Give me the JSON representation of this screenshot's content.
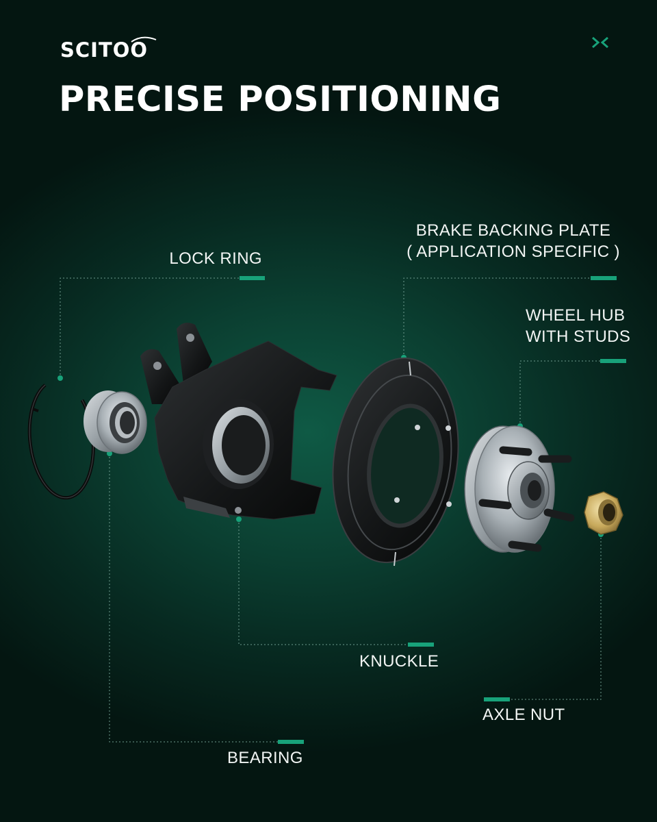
{
  "brand": {
    "name": "SCITOO",
    "accent_color": "#18a27a"
  },
  "headline": "PRECISE POSITIONING",
  "parts": {
    "lock_ring": {
      "label": "LOCK RING"
    },
    "brake_backing_plate": {
      "label_line1": "BRAKE BACKING PLATE",
      "label_line2": "( APPLICATION SPECIFIC )"
    },
    "wheel_hub": {
      "label_line1": "WHEEL HUB",
      "label_line2": "WITH STUDS"
    },
    "knuckle": {
      "label": "KNUCKLE"
    },
    "axle_nut": {
      "label": "AXLE NUT"
    },
    "bearing": {
      "label": "BEARING"
    }
  },
  "icons": [
    "brand-swoosh-icon",
    "corner-x-icon"
  ]
}
